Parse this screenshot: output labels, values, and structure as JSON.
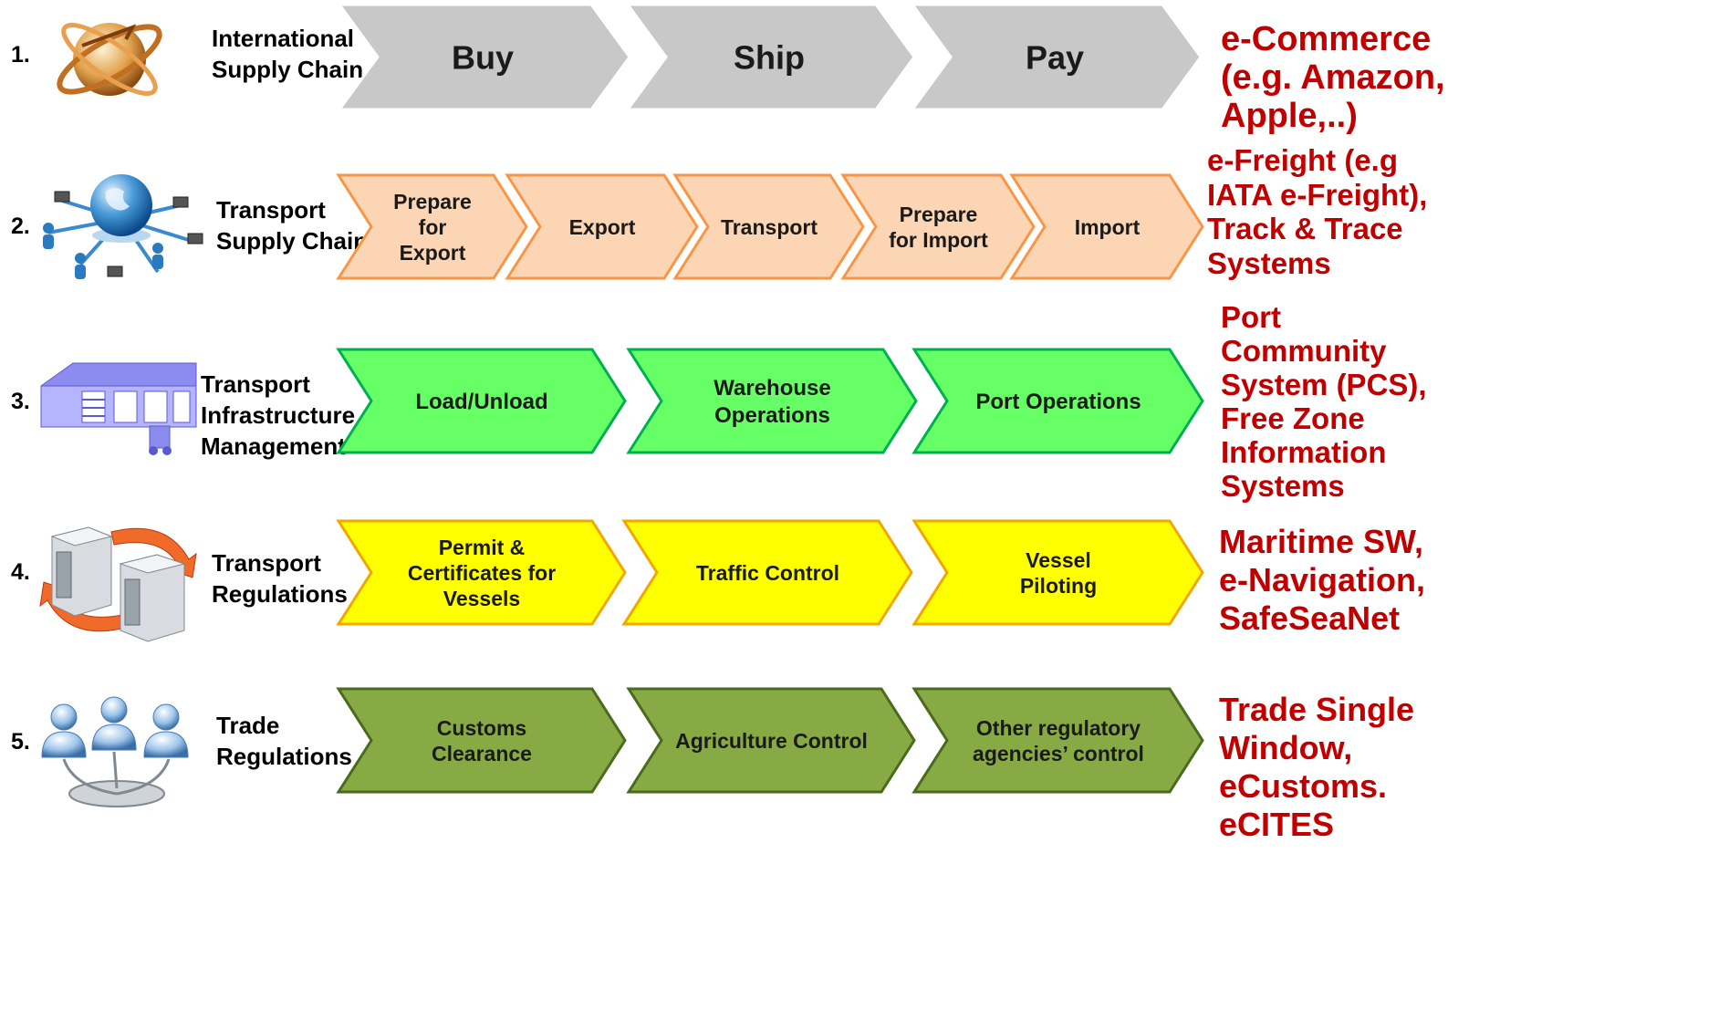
{
  "rows": [
    {
      "number": "1.",
      "label": "International\nSupply Chain",
      "icon": "globe-orbit-icon",
      "steps": [
        "Buy",
        "Ship",
        "Pay"
      ],
      "systems": "e-Commerce\n(e.g. Amazon,\nApple,..)",
      "fill": "#c8c8c8",
      "stroke": "#ffffff"
    },
    {
      "number": "2.",
      "label": "Transport\nSupply Chain",
      "icon": "globe-network-icon",
      "steps": [
        "Prepare\nfor\nExport",
        "Export",
        "Transport",
        "Prepare\nfor Import",
        "Import"
      ],
      "systems": "e-Freight (e.g\nIATA e-Freight),\nTrack & Trace\nSystems",
      "fill": "#fcd5b4",
      "stroke": "#f79646"
    },
    {
      "number": "3.",
      "label": "Transport\nInfrastructure\nManagement",
      "icon": "warehouse-icon",
      "steps": [
        "Load/Unload",
        "Warehouse\nOperations",
        "Port Operations"
      ],
      "systems": "Port\nCommunity\nSystem (PCS),\nFree Zone\nInformation\nSystems",
      "fill": "#66ff66",
      "stroke": "#00b050"
    },
    {
      "number": "4.",
      "label": "Transport\nRegulations",
      "icon": "servers-sync-icon",
      "steps": [
        "Permit &\nCertificates for\nVessels",
        "Traffic Control",
        "Vessel\nPiloting"
      ],
      "systems": "Maritime SW,\ne-Navigation,\nSafeSeaNet",
      "fill": "#ffff00",
      "stroke": "#f0a800"
    },
    {
      "number": "5.",
      "label": "Trade\nRegulations",
      "icon": "users-network-icon",
      "steps": [
        "Customs\nClearance",
        "Agriculture Control",
        "Other regulatory\nagencies’ control"
      ],
      "systems": "Trade Single\nWindow,\neCustoms.\neCITES",
      "fill": "#88aa44",
      "stroke": "#4a6b1e"
    }
  ]
}
